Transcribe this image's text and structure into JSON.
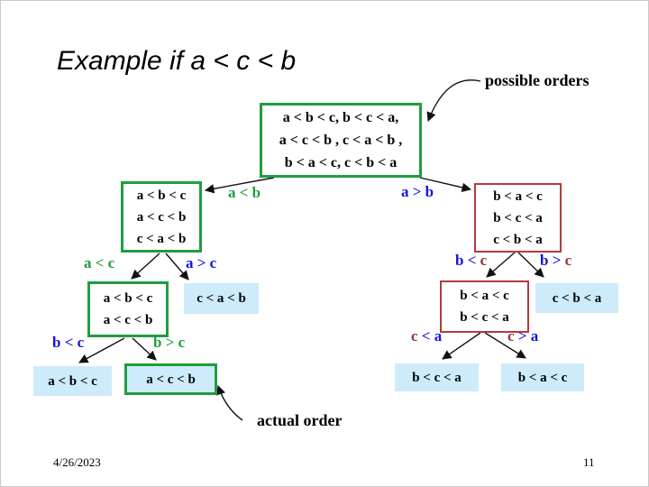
{
  "title": "Example if a < c < b",
  "annotations": {
    "possible_orders": "possible orders",
    "actual_order": "actual order"
  },
  "footer": {
    "date": "4/26/2023",
    "page_number": "11"
  },
  "colors": {
    "green": "#1f9d40",
    "blue": "#1414e0",
    "maroon": "#993333",
    "red_border": "#b53a3a",
    "light_blue": "#cdebfa"
  },
  "tree": {
    "root": {
      "lines": [
        "a < b < c, b < c < a,",
        "a < c < b , c < a < b ,",
        "b < a < c, c < b < a"
      ]
    },
    "left": {
      "lines": [
        "a < b < c",
        "a < c < b",
        "c < a < b"
      ]
    },
    "right": {
      "lines": [
        "b < a < c",
        "b < c < a",
        "c < b < a"
      ]
    },
    "left_left": {
      "lines": [
        "a < b < c",
        "a < c < b"
      ]
    },
    "left_right": {
      "lines": [
        "c < a < b"
      ]
    },
    "right_left": {
      "lines": [
        "b < a < c",
        "b < c < a"
      ]
    },
    "right_right": {
      "lines": [
        "c < b < a"
      ]
    },
    "leaf_abc": {
      "lines": [
        "a < b < c"
      ]
    },
    "leaf_acb": {
      "lines": [
        "a < c < b"
      ]
    },
    "leaf_bca": {
      "lines": [
        "b < c < a"
      ]
    },
    "leaf_bac": {
      "lines": [
        "b < a < c"
      ]
    }
  },
  "edges": {
    "a_lt_b": "a < b",
    "a_gt_b": "a > b",
    "a_lt_c": "a < c",
    "a_gt_c": "a > c",
    "b_lt_c_left": "b < c",
    "b_gt_c_left": "b > c",
    "b_lt_c_right_head": "b < ",
    "b_lt_c_right_tail": "c",
    "b_gt_c_right_head": "b > ",
    "b_gt_c_right_tail": "c",
    "c_lt_a_head": "c",
    "c_lt_a_tail": " < a",
    "c_gt_a_head": "c",
    "c_gt_a_tail": " > a"
  }
}
